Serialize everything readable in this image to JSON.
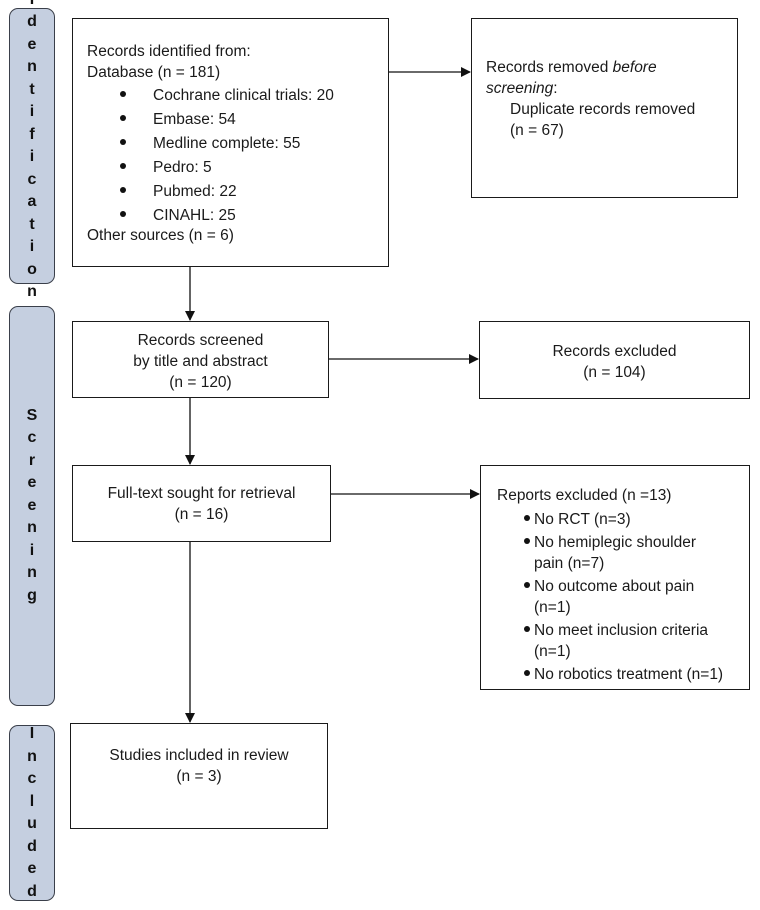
{
  "phases": {
    "identification": "Identification",
    "screening": "Screening",
    "included": "Included"
  },
  "identified": {
    "heading": "Records identified from:",
    "database": "Database (n = 181)",
    "sources": [
      "Cochrane clinical trials: 20",
      "Embase: 54",
      "Medline complete: 55",
      "Pedro: 5",
      "Pubmed: 22",
      "CINAHL: 25"
    ],
    "other": "Other sources (n = 6)"
  },
  "removed": {
    "lead": "Records removed ",
    "emph": "before screening",
    "colon": ":",
    "detail": "Duplicate records removed",
    "count": "(n = 67)"
  },
  "screened": {
    "line1": "Records screened",
    "line2": "by title and abstract",
    "count": "(n = 120)"
  },
  "excluded": {
    "title": "Records excluded",
    "count": "(n = 104)"
  },
  "fulltext": {
    "title": "Full-text sought for retrieval",
    "count": "(n = 16)"
  },
  "reports_excluded": {
    "title": "Reports excluded (n =13)",
    "items": [
      [
        "No RCT (n=3)"
      ],
      [
        "No hemiplegic shoulder",
        "pain (n=7)"
      ],
      [
        "No outcome about pain",
        "(n=1)"
      ],
      [
        "No meet inclusion criteria",
        "(n=1)"
      ],
      [
        "No robotics treatment (n=1)"
      ]
    ]
  },
  "included": {
    "title": "Studies included in review",
    "count": "(n = 3)"
  }
}
